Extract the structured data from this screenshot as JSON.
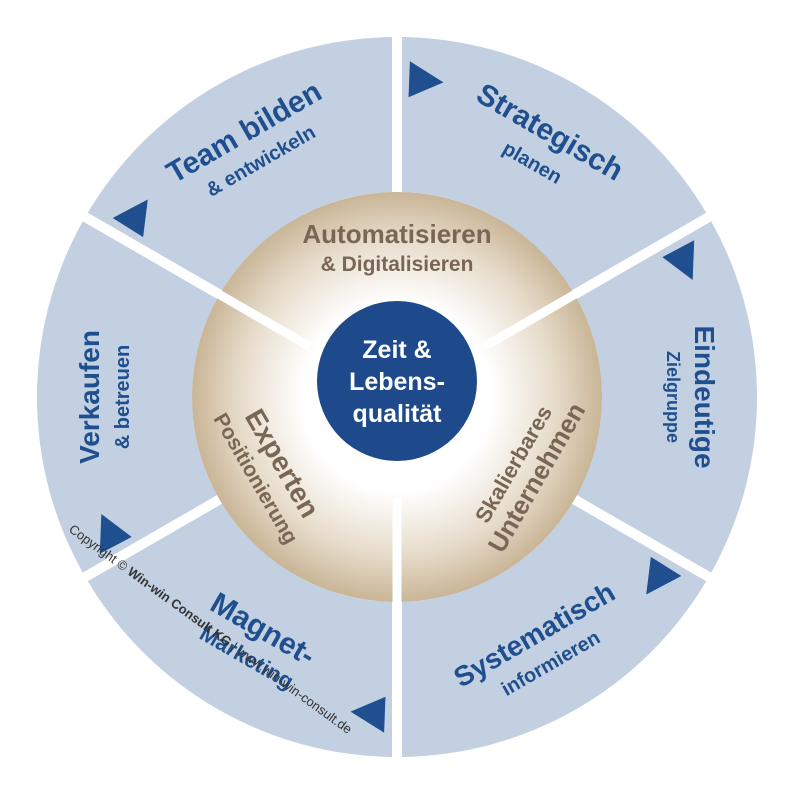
{
  "outer_ring": [
    {
      "line1": "Strategisch",
      "line2": "planen"
    },
    {
      "line1": "Eindeutige",
      "line2": "Zielgruppe"
    },
    {
      "line1": "Systematisch",
      "line2": "informieren"
    },
    {
      "line1": "Magnet-",
      "line2": "Marketing"
    },
    {
      "line1": "Verkaufen",
      "line2": "& betreuen"
    },
    {
      "line1": "Team bilden",
      "line2": "& entwickeln"
    }
  ],
  "inner_ring": [
    {
      "line1": "Automatisieren",
      "line2": "& Digitalisieren"
    },
    {
      "line1": "Skalierbares",
      "line2": "Unternehmen"
    },
    {
      "line1": "Experten",
      "line2": "Positionierung"
    }
  ],
  "center": {
    "line1": "Zeit &",
    "line2": "Lebens-",
    "line3": "qualität"
  },
  "copyright": {
    "part1": "Copyright © ",
    "company": "Win-win Consult KG",
    "part2": " | www.win-win-consult.de"
  },
  "colors": {
    "outer_fill": "#c3d0e2",
    "outer_text": "#1f4f8e",
    "arrow": "#1f4f8e",
    "inner_fill": "#c9b89c",
    "inner_text": "#7a6655",
    "center_fill": "#1e4a8c",
    "center_text": "#ffffff"
  }
}
